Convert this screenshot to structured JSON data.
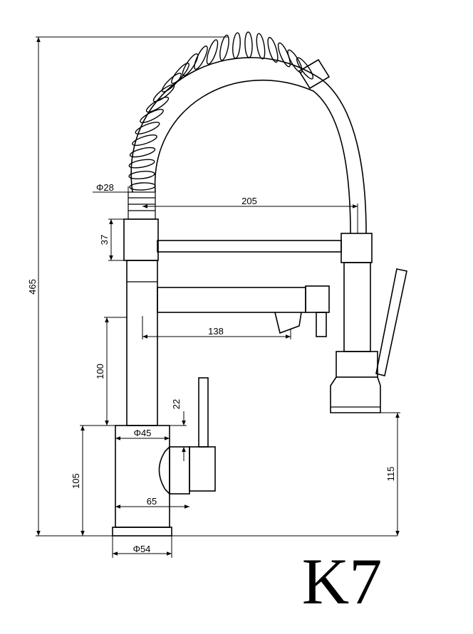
{
  "model": "K7",
  "dimensions": {
    "total_height": "465",
    "hose_diameter": "Φ28",
    "reach": "205",
    "collar_height": "37",
    "spout_reach": "138",
    "spout_height": "100",
    "handle_offset": "22",
    "body_diameter": "Φ45",
    "body_height": "105",
    "lever_reach": "65",
    "base_diameter": "Φ54",
    "spray_height": "115"
  }
}
